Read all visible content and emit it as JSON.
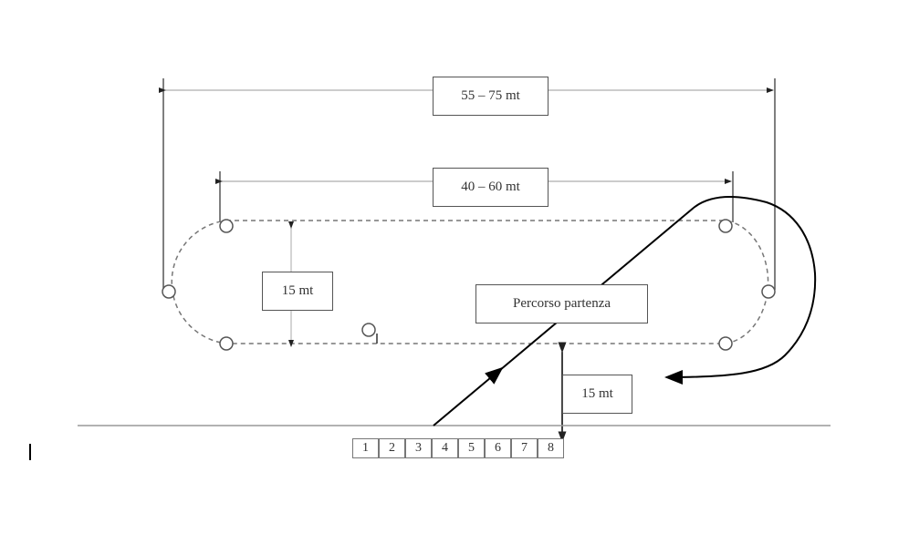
{
  "labels": {
    "outer_width": "55 – 75 mt",
    "inner_width": "40 – 60 mt",
    "track_width": "15 mt",
    "start_distance": "15 mt",
    "start_path": "Percorso partenza"
  },
  "lanes": [
    "1",
    "2",
    "3",
    "4",
    "5",
    "6",
    "7",
    "8"
  ],
  "colors": {
    "line": "#000000",
    "dim_line": "#999999",
    "box_border": "#555555"
  }
}
